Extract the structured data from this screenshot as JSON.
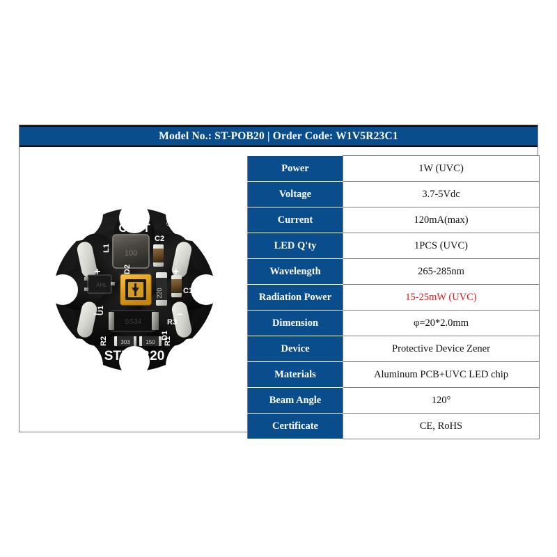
{
  "header": {
    "title": "Model No.: ST-POB20 | Order Code: W1V5R23C1",
    "bg_color": "#0a4d8c",
    "text_color": "#ffffff"
  },
  "spec_table": {
    "label_bg_color": "#0a4d8c",
    "label_text_color": "#ffffff",
    "value_text_color": "#111111",
    "highlight_color": "#ee1111",
    "rows": [
      {
        "label": "Power",
        "value": "1W (UVC)"
      },
      {
        "label": "Voltage",
        "value": "3.7-5Vdc"
      },
      {
        "label": "Current",
        "value": "120mA(max)"
      },
      {
        "label": "LED Q'ty",
        "value": "1PCS (UVC)"
      },
      {
        "label": "Wavelength",
        "value": "265-285nm"
      },
      {
        "label": "Radiation Power",
        "value": "15-25mW (UVC)"
      },
      {
        "label": "Dimension",
        "value": "φ=20*2.0mm"
      },
      {
        "label": "Device",
        "value": "Protective Device Zener"
      },
      {
        "label": "Materials",
        "value": "Aluminum PCB+UVC LED chip"
      },
      {
        "label": "Beam Angle",
        "value": "120°"
      },
      {
        "label": "Certificate",
        "value": "CE, RoHS"
      }
    ]
  },
  "pcb": {
    "brand": "CXST",
    "brand_mark": "®",
    "model_silk": "STPOB20",
    "board_color": "#111111",
    "pad_color": "#d8d8d2",
    "led_color": "#e8a317",
    "components": {
      "inductor_ref": "L1",
      "inductor_code": "100",
      "cap2_ref": "C2",
      "cap1_ref": "C1",
      "diode2_ref": "D2",
      "ic_ref": "U1",
      "res3_ref": "R3",
      "res3_code": "220",
      "res2_ref": "R2",
      "res1_ref": "R1",
      "diode1_ref": "D1",
      "diode1_code": "SS34",
      "res_a_code": "303",
      "res_b_code": "150",
      "polarity_plus": "+",
      "polarity_minus": "−"
    }
  }
}
